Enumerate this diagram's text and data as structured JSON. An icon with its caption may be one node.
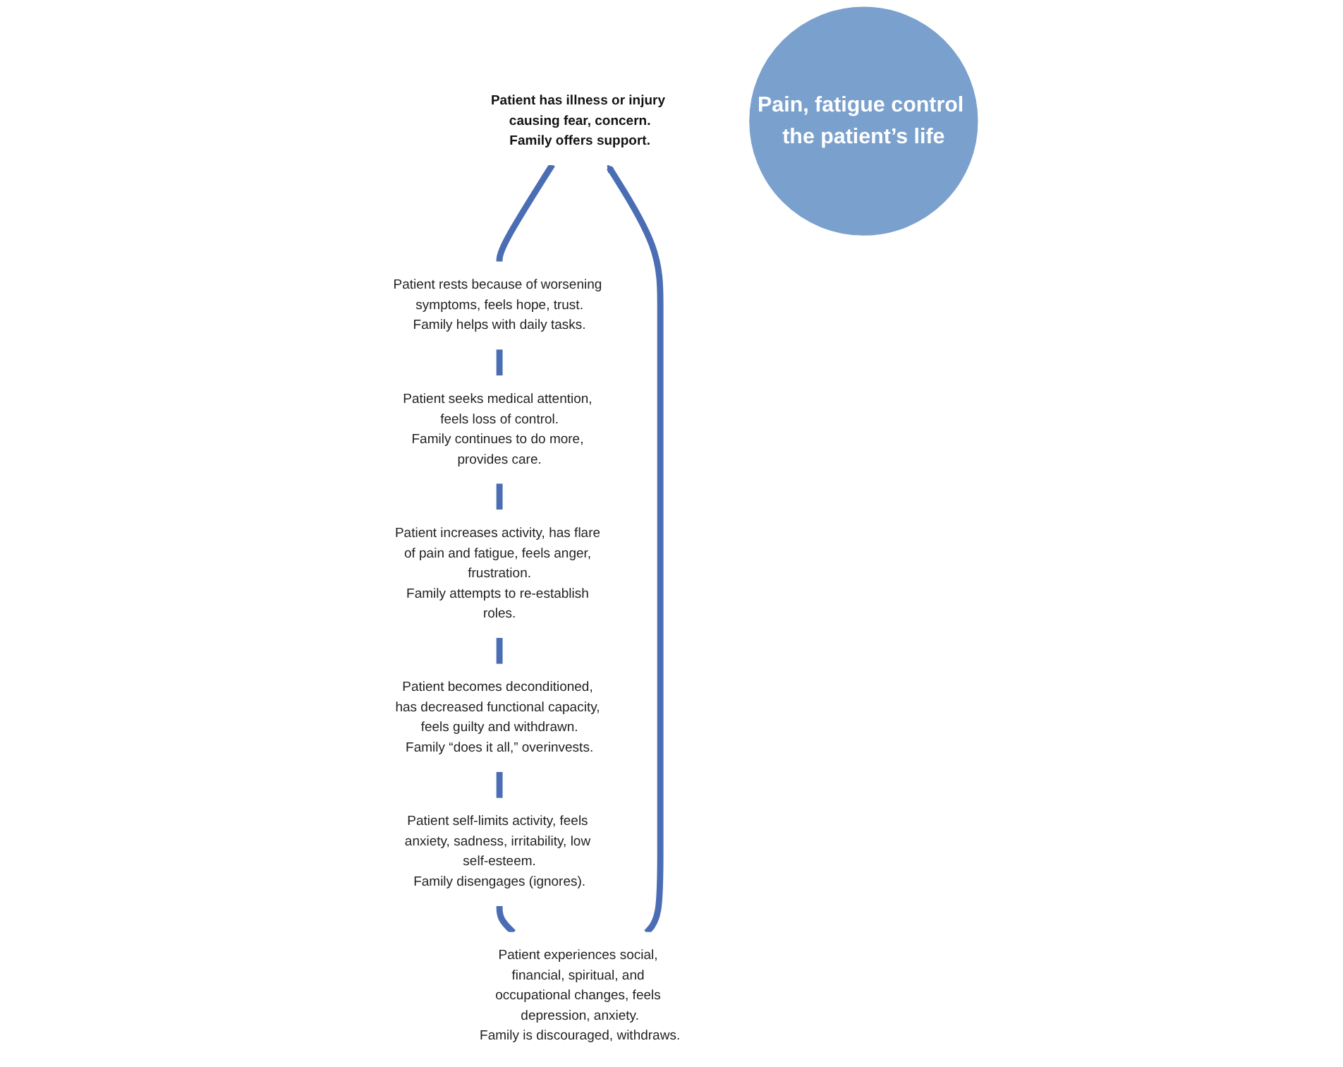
{
  "diagram": {
    "nodes": [
      {
        "text": [
          "Patient has illness or injury causing fear, concern.",
          "Family offers support."
        ]
      },
      {
        "text": [
          "Patient rests because of worsening symptoms, feels hope, trust.",
          "Family helps with daily tasks."
        ]
      },
      {
        "text": [
          "Patient seeks medical attention, feels loss of control.",
          "Family continues to do more, provides care."
        ]
      },
      {
        "text": [
          "Patient increases activity, has flare of pain and fatigue, feels anger, frustration.",
          "Family attempts to re-establish roles."
        ]
      },
      {
        "text": [
          "Patient becomes deconditioned, has decreased functional capacity, feels guilty and withdrawn.",
          "Family “does it all,” overinvests."
        ]
      },
      {
        "text": [
          "Patient self-limits activity, feels anxiety, sadness, irritability, low self-esteem.",
          "Family disengages (ignores)."
        ]
      },
      {
        "text": [
          "Patient experiences social, financial, spiritual, and occupational changes, feels depression, anxiety.",
          "Family is discouraged, withdraws."
        ]
      },
      {
        "text": [
          "Pain, fatigue control the patient’s life"
        ]
      }
    ],
    "edges": [
      {
        "from": 0,
        "to": 1,
        "arrow": "none"
      },
      {
        "from": 1,
        "to": 2,
        "arrow": "none"
      },
      {
        "from": 2,
        "to": 3,
        "arrow": "none"
      },
      {
        "from": 3,
        "to": 4,
        "arrow": "none"
      },
      {
        "from": 4,
        "to": 5,
        "arrow": "none"
      },
      {
        "from": 5,
        "to": 6,
        "arrow": "none"
      },
      {
        "from": 6,
        "to": 0,
        "arrow": "to"
      }
    ]
  }
}
